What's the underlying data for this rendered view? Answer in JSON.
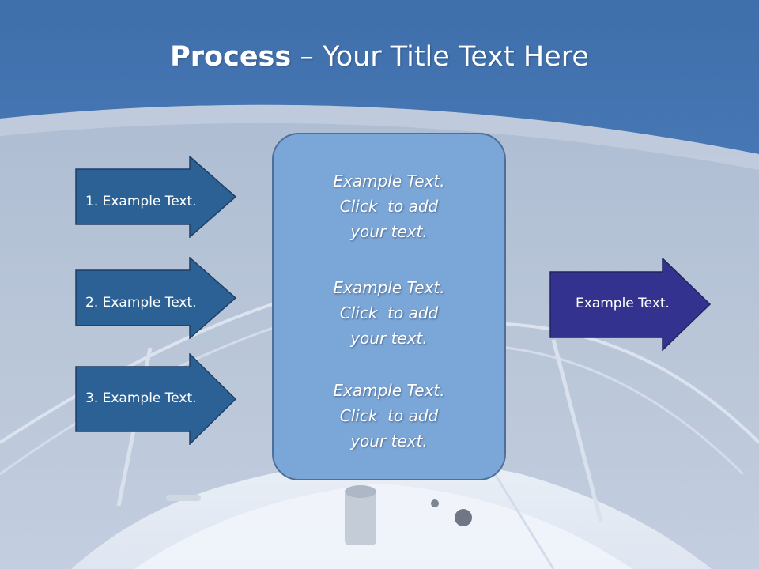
{
  "title": {
    "bold": "Process",
    "rest": " – Your Title Text Here"
  },
  "left_arrows": [
    {
      "label": "1. Example Text."
    },
    {
      "label": "2. Example Text."
    },
    {
      "label": "3. Example Text."
    }
  ],
  "center_box": {
    "blocks": [
      {
        "line1": "Example Text.",
        "line2": "Click  to add",
        "line3": "your text."
      },
      {
        "line1": "Example Text.",
        "line2": "Click  to add",
        "line3": "your text."
      },
      {
        "line1": "Example Text.",
        "line2": "Click  to add",
        "line3": "your text."
      }
    ]
  },
  "right_arrow": {
    "label": "Example Text."
  },
  "colors": {
    "sky_top": "#4a7bb8",
    "sky_bottom": "#5d8fcf",
    "sea": "#b4c2d6",
    "left_arrow_fill": "#2c6196",
    "right_arrow_fill": "#33338f",
    "center_box_fill": "#7ba7d8"
  }
}
